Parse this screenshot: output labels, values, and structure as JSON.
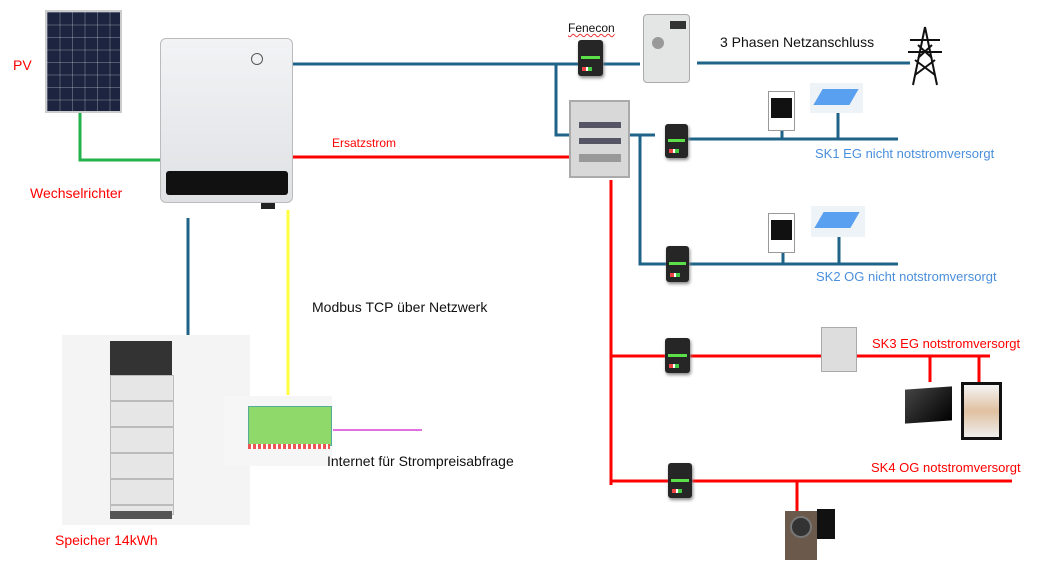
{
  "labels": {
    "pv": "PV",
    "inverter": "Wechselrichter",
    "backup_power": "Ersatzstrom",
    "fenecon": "Fenecon",
    "grid": "3 Phasen Netzanschluss",
    "sk1": "SK1 EG nicht notstromversorgt",
    "sk2": "SK2 OG nicht notstromversorgt",
    "sk3": "SK3 EG notstromversorgt",
    "sk4": "SK4 OG notstromversorgt",
    "modbus": "Modbus TCP über Netzwerk",
    "internet": "Internet für Strompreisabfrage",
    "storage": "Speicher 14kWh"
  },
  "colors": {
    "grid_line": "#1f6388",
    "backup_line": "#ff0000",
    "pv_line": "#22b14c",
    "modbus_line": "#ffff40",
    "internet_line": "#e070e0",
    "label_red": "#ff0000",
    "label_blue": "#4a8fdc"
  },
  "icons": [
    "solar-panel",
    "inverter",
    "energy-meter",
    "distribution-box",
    "power-pylon",
    "oven",
    "pool",
    "tv",
    "fridge",
    "heat-pump",
    "battery-storage",
    "controller"
  ]
}
